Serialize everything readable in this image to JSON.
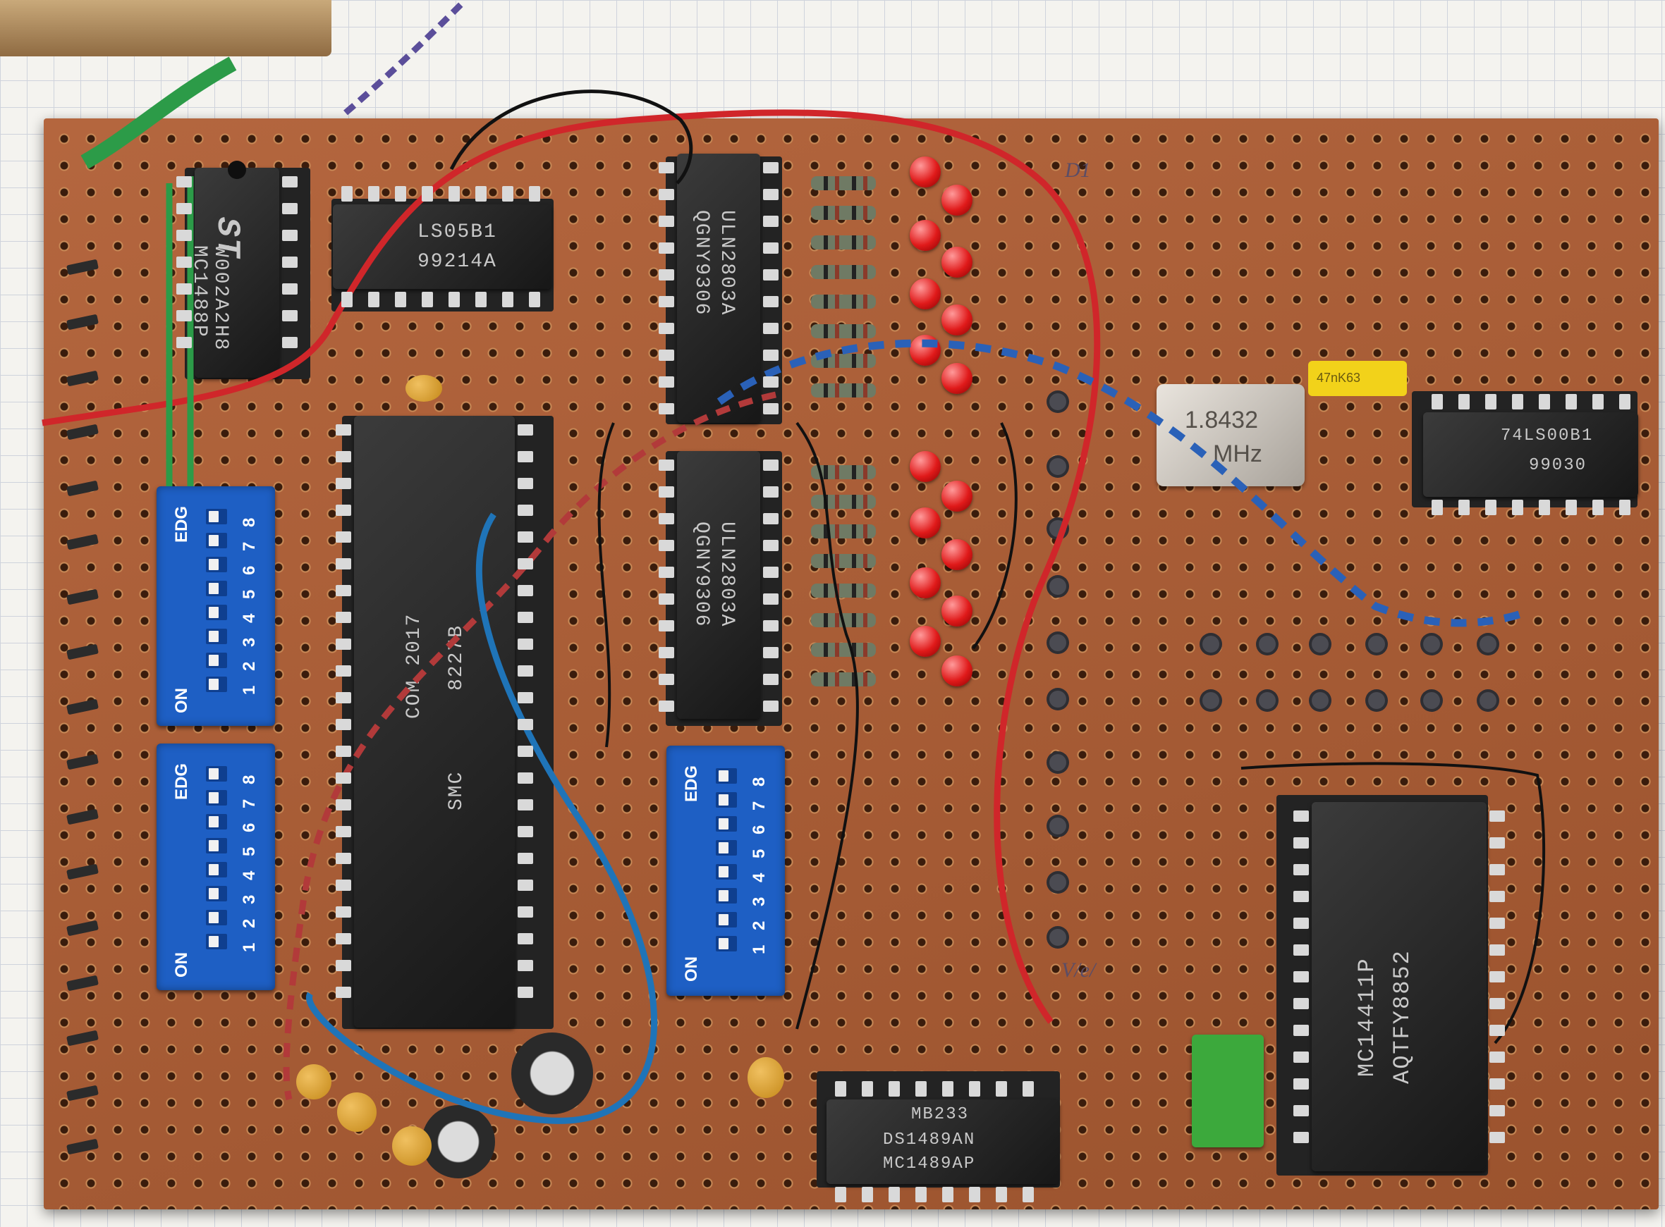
{
  "chips": {
    "st_upper_left": {
      "line1": "ST",
      "line2": "W002A2H8",
      "line3": "MC1488P"
    },
    "ls05": {
      "line1": "LS05B1",
      "line2": "99214A"
    },
    "uln_top": {
      "line1": "ULN2803A",
      "line2": "QGNY9306"
    },
    "uln_bottom": {
      "line1": "ULN2803A",
      "line2": "QGNY9306"
    },
    "com2017": {
      "line1": "COM 2017",
      "line2": "8227B",
      "line3": "SMC"
    },
    "mc1489": {
      "line1": "MB233",
      "line2": "DS1489AN",
      "line3": "MC1489AP"
    },
    "mc14411": {
      "line1": "MC14411P",
      "line2": "AQTFY8852"
    },
    "st_right": {
      "line1": "74LS00B1",
      "line2": "99030"
    }
  },
  "crystal": {
    "line1": "1.8432",
    "line2": "MHz"
  },
  "cap_label": "47nK63",
  "dip_switches": {
    "top_left": {
      "brand": "EDG",
      "on": "ON",
      "numbers": [
        "1",
        "2",
        "3",
        "4",
        "5",
        "6",
        "7",
        "8"
      ]
    },
    "bottom_left": {
      "brand": "EDG",
      "on": "ON",
      "numbers": [
        "1",
        "2",
        "3",
        "4",
        "5",
        "6",
        "7",
        "8"
      ]
    },
    "center": {
      "brand": "EDG",
      "on": "ON",
      "numbers": [
        "1",
        "2",
        "3",
        "4",
        "5",
        "6",
        "7",
        "8"
      ]
    }
  },
  "colors": {
    "board": "#b05e34",
    "wire_red": "#d0262a",
    "wire_blue": "#1f74b8",
    "wire_redblue": "#b23a3a",
    "dip_blue": "#1e5fc4",
    "led_red": "#e01a1a"
  }
}
